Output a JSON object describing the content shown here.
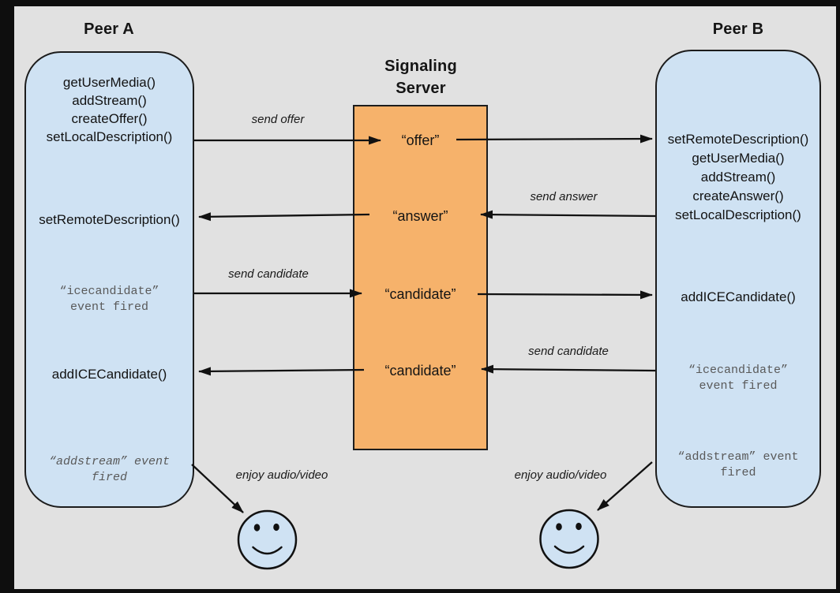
{
  "colors": {
    "frame_bg": "#0e0e0e",
    "canvas_bg": "#e1e1e1",
    "peer_fill": "#cfe2f3",
    "server_fill": "#f6b26b",
    "muted_text": "#595959",
    "line_color": "#111111"
  },
  "peer_a": {
    "title": "Peer A",
    "offer_steps": [
      "getUserMedia()",
      "addStream()",
      "createOffer()",
      "setLocalDescription()"
    ],
    "set_remote": "setRemoteDescription()",
    "ice_event_line1": "“icecandidate”",
    "ice_event_line2": "event fired",
    "add_ice": "addICECandidate()",
    "addstream_event_line1": "“addstream” event",
    "addstream_event_line2": "fired"
  },
  "server": {
    "title_line1": "Signaling",
    "title_line2": "Server",
    "messages": [
      "“offer”",
      "“answer”",
      "“candidate”",
      "“candidate”"
    ]
  },
  "peer_b": {
    "title": "Peer B",
    "answer_steps": [
      "setRemoteDescription()",
      "getUserMedia()",
      "addStream()",
      "createAnswer()",
      "setLocalDescription()"
    ],
    "add_ice": "addICECandidate()",
    "ice_event_line1": "“icecandidate”",
    "ice_event_line2": "event fired",
    "addstream_event_line1": "“addstream” event",
    "addstream_event_line2": "fired"
  },
  "arrow_labels": {
    "send_offer": "send offer",
    "send_answer": "send answer",
    "send_candidate_a": "send candidate",
    "send_candidate_b": "send candidate",
    "enjoy_left": "enjoy audio/video",
    "enjoy_right": "enjoy audio/video"
  }
}
